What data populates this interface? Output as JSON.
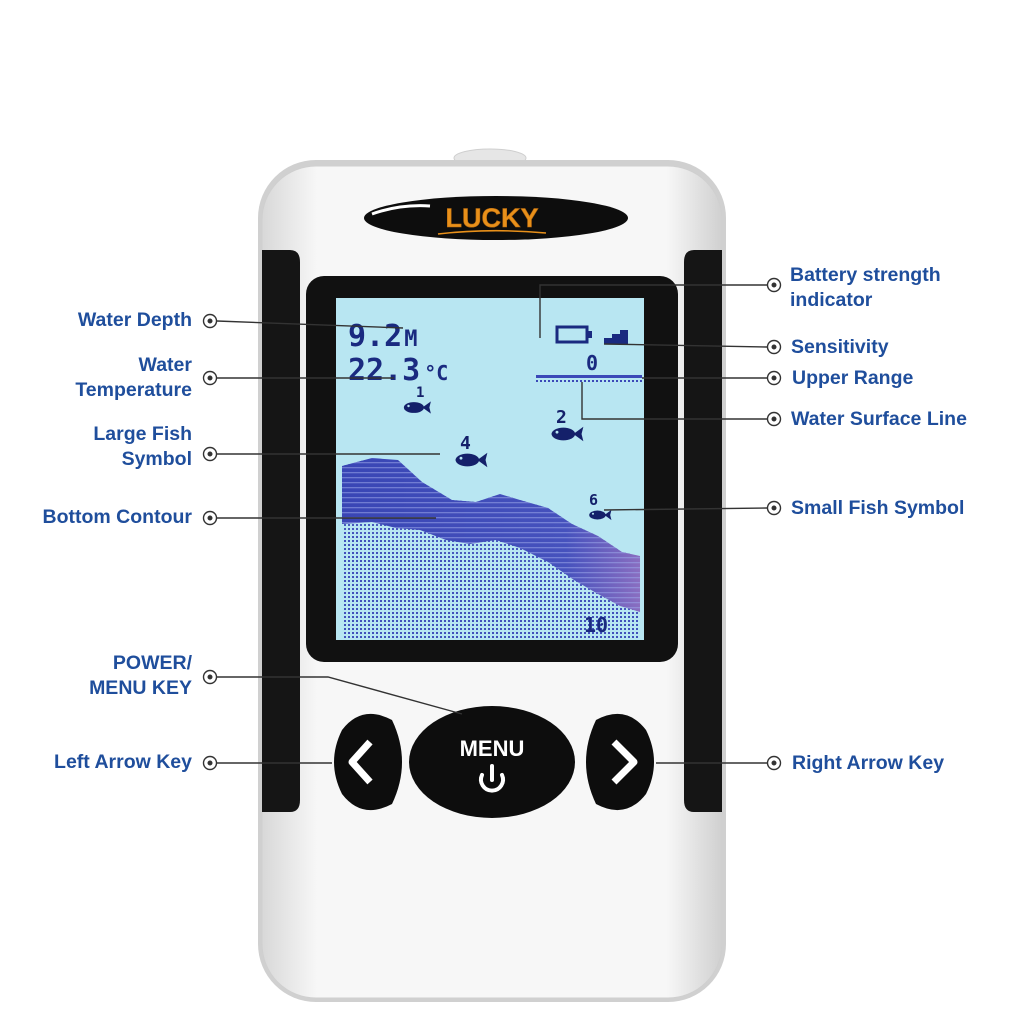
{
  "device": {
    "brand": "LUCKY",
    "screen": {
      "depth_value": "9.2",
      "depth_unit": "M",
      "temp_value": "22.3",
      "temp_unit": "°C",
      "upper_range": "0",
      "lower_range": "10",
      "fish_markers": [
        "1",
        "2",
        "4",
        "6"
      ]
    },
    "menu_key_label": "MENU",
    "colors": {
      "label_blue": "#1f4e9c",
      "screen_bg": "#b8e6f2",
      "sonar_blue": "#3b49b8",
      "sonar_purple": "#7a62b8",
      "lcd_text": "#1a2a80",
      "logo_orange": "#e8901a"
    }
  },
  "callouts": {
    "water_depth": [
      "Water Depth"
    ],
    "water_temperature": [
      "Water",
      "Temperature"
    ],
    "large_fish_symbol": [
      "Large Fish",
      "Symbol"
    ],
    "bottom_contour": [
      "Bottom Contour"
    ],
    "power_menu_key": [
      "POWER/",
      "MENU KEY"
    ],
    "left_arrow_key": [
      "Left Arrow Key"
    ],
    "battery_strength": [
      "Battery strength",
      "indicator"
    ],
    "sensitivity": [
      "Sensitivity"
    ],
    "upper_range": [
      "Upper Range"
    ],
    "water_surface_line": [
      "Water Surface Line"
    ],
    "small_fish_symbol": [
      "Small Fish Symbol"
    ],
    "right_arrow_key": [
      "Right Arrow Key"
    ]
  }
}
